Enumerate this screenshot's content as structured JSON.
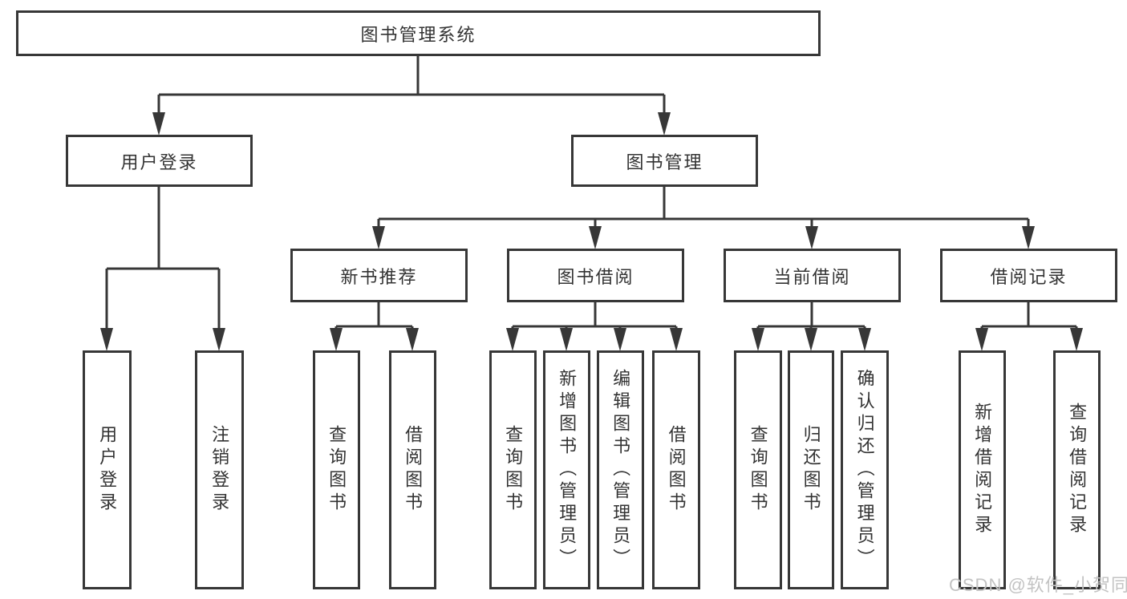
{
  "diagram": {
    "type": "hierarchy-tree",
    "tree": {
      "label": "图书管理系统",
      "children": [
        {
          "label": "用户登录",
          "children": [
            {
              "label": "用户登录"
            },
            {
              "label": "注销登录"
            }
          ]
        },
        {
          "label": "图书管理",
          "children": [
            {
              "label": "新书推荐",
              "children": [
                {
                  "label": "查询图书"
                },
                {
                  "label": "借阅图书"
                }
              ]
            },
            {
              "label": "图书借阅",
              "children": [
                {
                  "label": "查询图书"
                },
                {
                  "label": "新增图书（管理员）"
                },
                {
                  "label": "编辑图书（管理员）"
                },
                {
                  "label": "借阅图书"
                }
              ]
            },
            {
              "label": "当前借阅",
              "children": [
                {
                  "label": "查询图书"
                },
                {
                  "label": "归还图书"
                },
                {
                  "label": "确认归还（管理员）"
                }
              ]
            },
            {
              "label": "借阅记录",
              "children": [
                {
                  "label": "新增借阅记录"
                },
                {
                  "label": "查询借阅记录"
                }
              ]
            }
          ]
        }
      ]
    }
  },
  "watermark": "CSDN @软件_小贺同学",
  "colors": {
    "line": "#373737",
    "text": "#333333",
    "background": "#ffffff",
    "watermark": "#c3c3c3"
  }
}
